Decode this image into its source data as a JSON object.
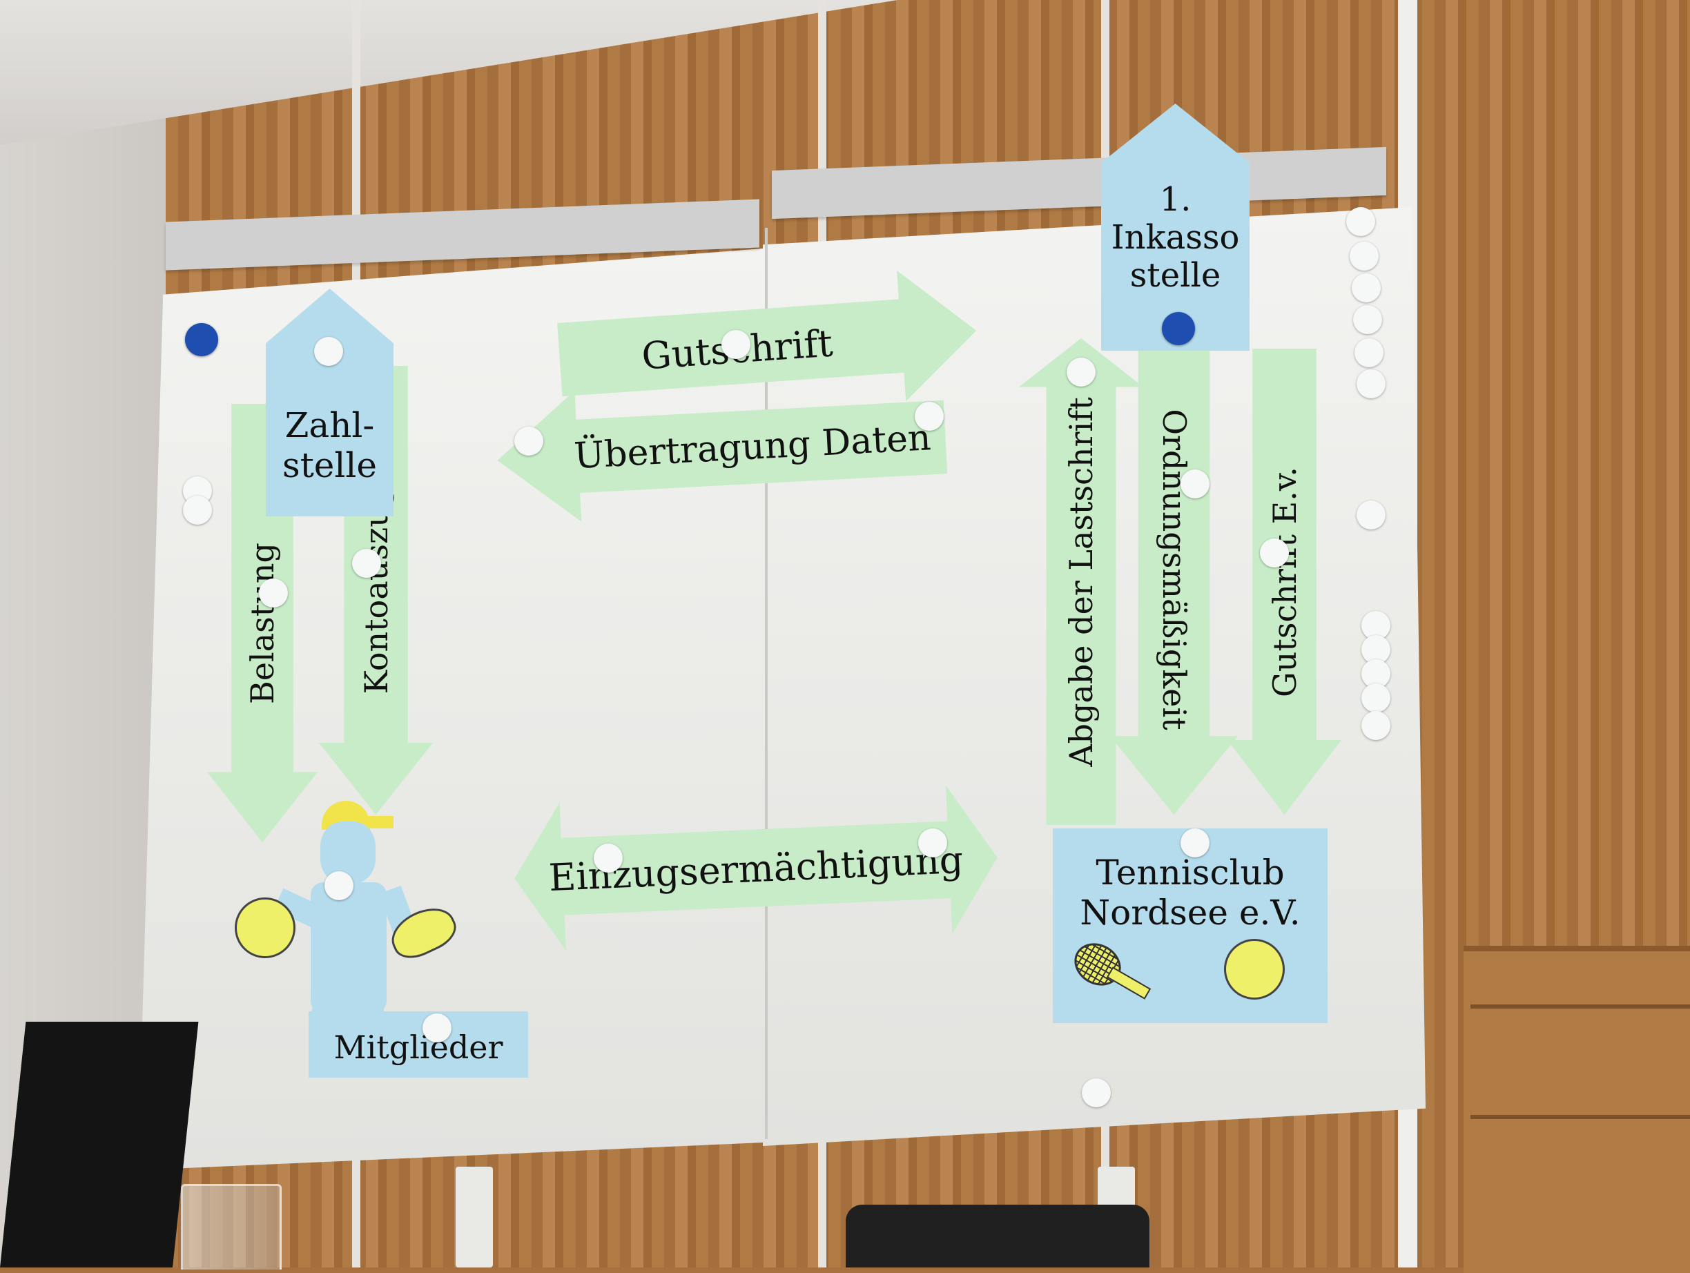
{
  "diagram": {
    "arrows": {
      "gutschrift": "Gutschrift",
      "uebertragung": "Übertragung  Daten",
      "einzug": "Einzugsermächtigung",
      "belastung": "Belastung",
      "kontoauszug": "Kontoauszug",
      "abgabe": "Abgabe der Lastschrift",
      "ordnung": "Ordnungsmäßigkeit",
      "gutschrift_ev": "Gutschrift E.v."
    },
    "boxes": {
      "zahlstelle_1": "Zahl-",
      "zahlstelle_2": "stelle",
      "inkasso_1": "1.",
      "inkasso_2": "Inkasso",
      "inkasso_3": "stelle",
      "club_1": "Tennisclub",
      "club_2": "Nordsee e.V.",
      "mitglieder": "Mitglieder"
    }
  },
  "colors": {
    "paper_green": "#c7ecc7",
    "paper_blue": "#b5dcec",
    "magnet_blue": "#1e4fb0"
  }
}
